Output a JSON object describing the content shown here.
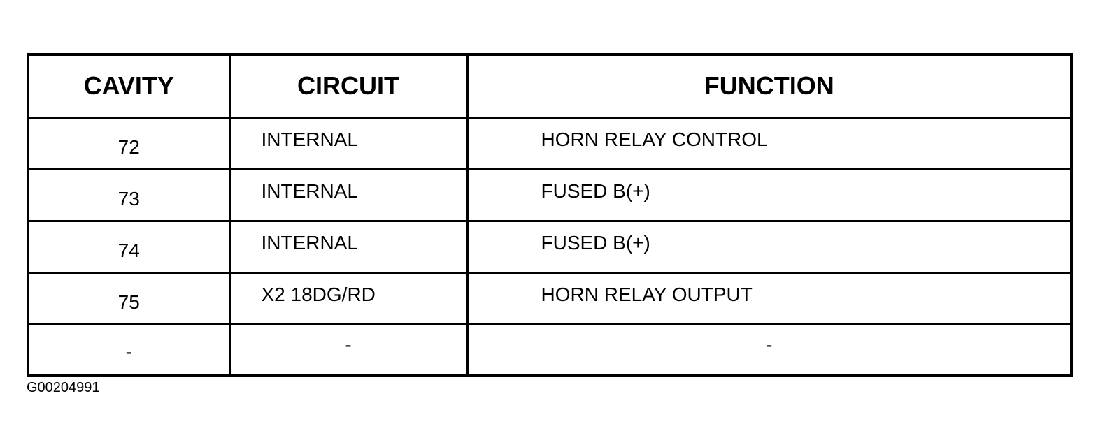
{
  "table": {
    "headers": [
      "CAVITY",
      "CIRCUIT",
      "FUNCTION"
    ],
    "rows": [
      {
        "cavity": "72",
        "circuit": "INTERNAL",
        "function": "HORN RELAY CONTROL"
      },
      {
        "cavity": "73",
        "circuit": "INTERNAL",
        "function": "FUSED B(+)"
      },
      {
        "cavity": "74",
        "circuit": "INTERNAL",
        "function": "FUSED B(+)"
      },
      {
        "cavity": "75",
        "circuit": "X2 18DG/RD",
        "function": "HORN RELAY OUTPUT"
      },
      {
        "cavity": "-",
        "circuit": "-",
        "function": "-"
      }
    ]
  },
  "figure_id": "G00204991"
}
